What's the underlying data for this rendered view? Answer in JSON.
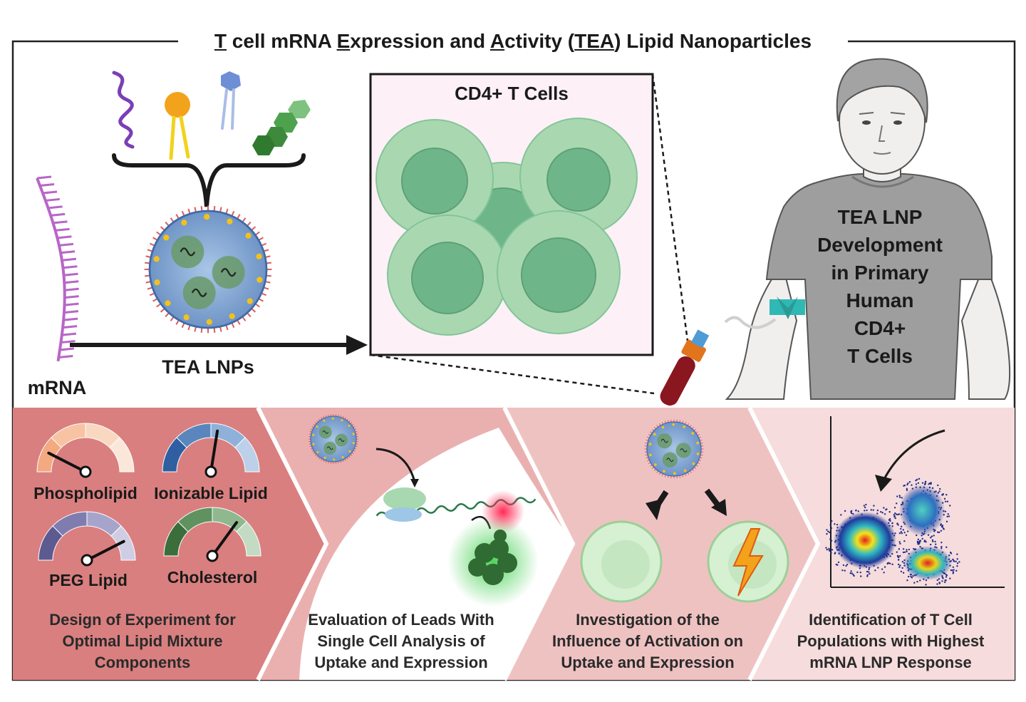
{
  "title": {
    "segments": [
      {
        "text": "T",
        "underline": true
      },
      {
        "text": " cell mRNA ",
        "underline": false
      },
      {
        "text": "E",
        "underline": true
      },
      {
        "text": "xpression and ",
        "underline": false
      },
      {
        "text": "A",
        "underline": true
      },
      {
        "text": "ctivity (",
        "underline": false
      },
      {
        "text": "TEA",
        "underline": true
      },
      {
        "text": ") Lipid Nanoparticles",
        "underline": false
      }
    ]
  },
  "top": {
    "mrna_label": "mRNA",
    "lnp_label": "TEA LNPs",
    "cells_box_title": "CD4+ T Cells",
    "person_text": [
      "TEA LNP",
      "Development",
      "in Primary",
      "Human",
      "CD4+",
      "T Cells"
    ]
  },
  "gauges": [
    {
      "label": "Phospholipid",
      "needle": 0.15,
      "colors": [
        "#f4a980",
        "#f7c3a3",
        "#f9d8c2",
        "#fbe7d9"
      ]
    },
    {
      "label": "Ionizable Lipid",
      "needle": 0.55,
      "colors": [
        "#2f5fa0",
        "#5b86bd",
        "#8fb0d8",
        "#bcd0ea"
      ]
    },
    {
      "label": "PEG Lipid",
      "needle": 0.85,
      "colors": [
        "#5d5a92",
        "#7f7cb0",
        "#a7a4cc",
        "#cfcde4"
      ]
    },
    {
      "label": "Cholesterol",
      "needle": 0.7,
      "colors": [
        "#3c6e3c",
        "#5f925f",
        "#8fb88f",
        "#c2dbc2"
      ]
    }
  ],
  "captions": {
    "panel1": [
      "Design of Experiment for",
      "Optimal Lipid Mixture",
      "Components"
    ],
    "panel2": [
      "Evaluation of Leads With",
      "Single Cell Analysis of",
      "Uptake and Expression"
    ],
    "panel3": [
      "Investigation of the",
      "Influence of Activation on",
      "Uptake and Expression"
    ],
    "panel4": [
      "Identification of T Cell",
      "Populations with Highest",
      "mRNA LNP Response"
    ]
  },
  "colors": {
    "panel1": "#d97f7f",
    "panel2": "#eab0b0",
    "panel3": "#efc2c2",
    "panel4": "#f6dcdc",
    "cell_outer": "#a9d8b0",
    "cell_inner": "#6fb58a",
    "mrna": "#b866c7"
  }
}
